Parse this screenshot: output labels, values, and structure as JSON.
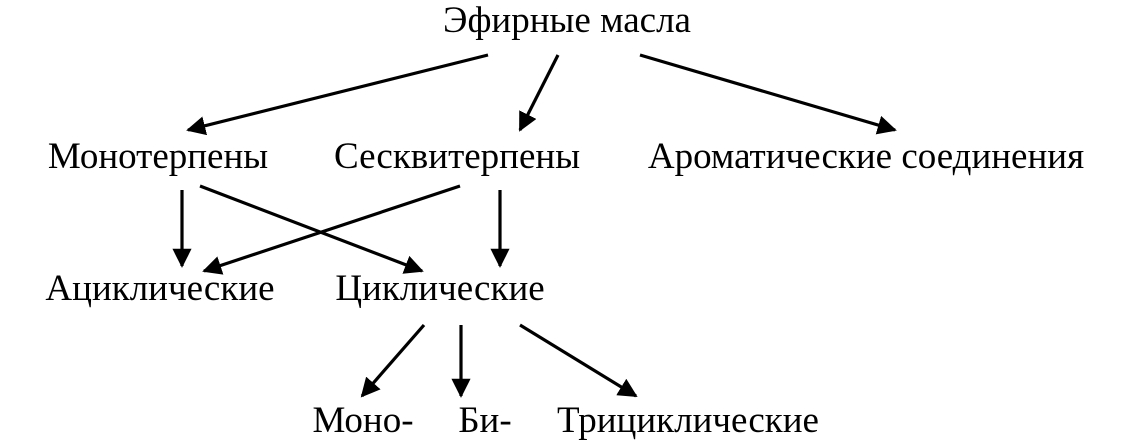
{
  "diagram": {
    "root": {
      "id": "root",
      "label": "Эфирные масла"
    },
    "level1": [
      {
        "id": "mono",
        "label": "Монотерпены"
      },
      {
        "id": "sesq",
        "label": "Сесквитерпены"
      },
      {
        "id": "arom",
        "label": "Ароматические соединения"
      }
    ],
    "level2": [
      {
        "id": "acyc",
        "label": "Ациклические"
      },
      {
        "id": "cyc",
        "label": "Циклические"
      }
    ],
    "level3": [
      {
        "id": "monoc",
        "label": "Моно-"
      },
      {
        "id": "bic",
        "label": "Би-"
      },
      {
        "id": "tric",
        "label": "Трициклические"
      }
    ],
    "edges": [
      {
        "from": "root",
        "to": "mono"
      },
      {
        "from": "root",
        "to": "sesq"
      },
      {
        "from": "root",
        "to": "arom"
      },
      {
        "from": "mono",
        "to": "acyc"
      },
      {
        "from": "mono",
        "to": "cyc"
      },
      {
        "from": "sesq",
        "to": "acyc"
      },
      {
        "from": "sesq",
        "to": "cyc"
      },
      {
        "from": "cyc",
        "to": "monoc"
      },
      {
        "from": "cyc",
        "to": "bic"
      },
      {
        "from": "cyc",
        "to": "tric"
      }
    ],
    "colors": {
      "ink": "#000000",
      "background": "#ffffff"
    }
  }
}
